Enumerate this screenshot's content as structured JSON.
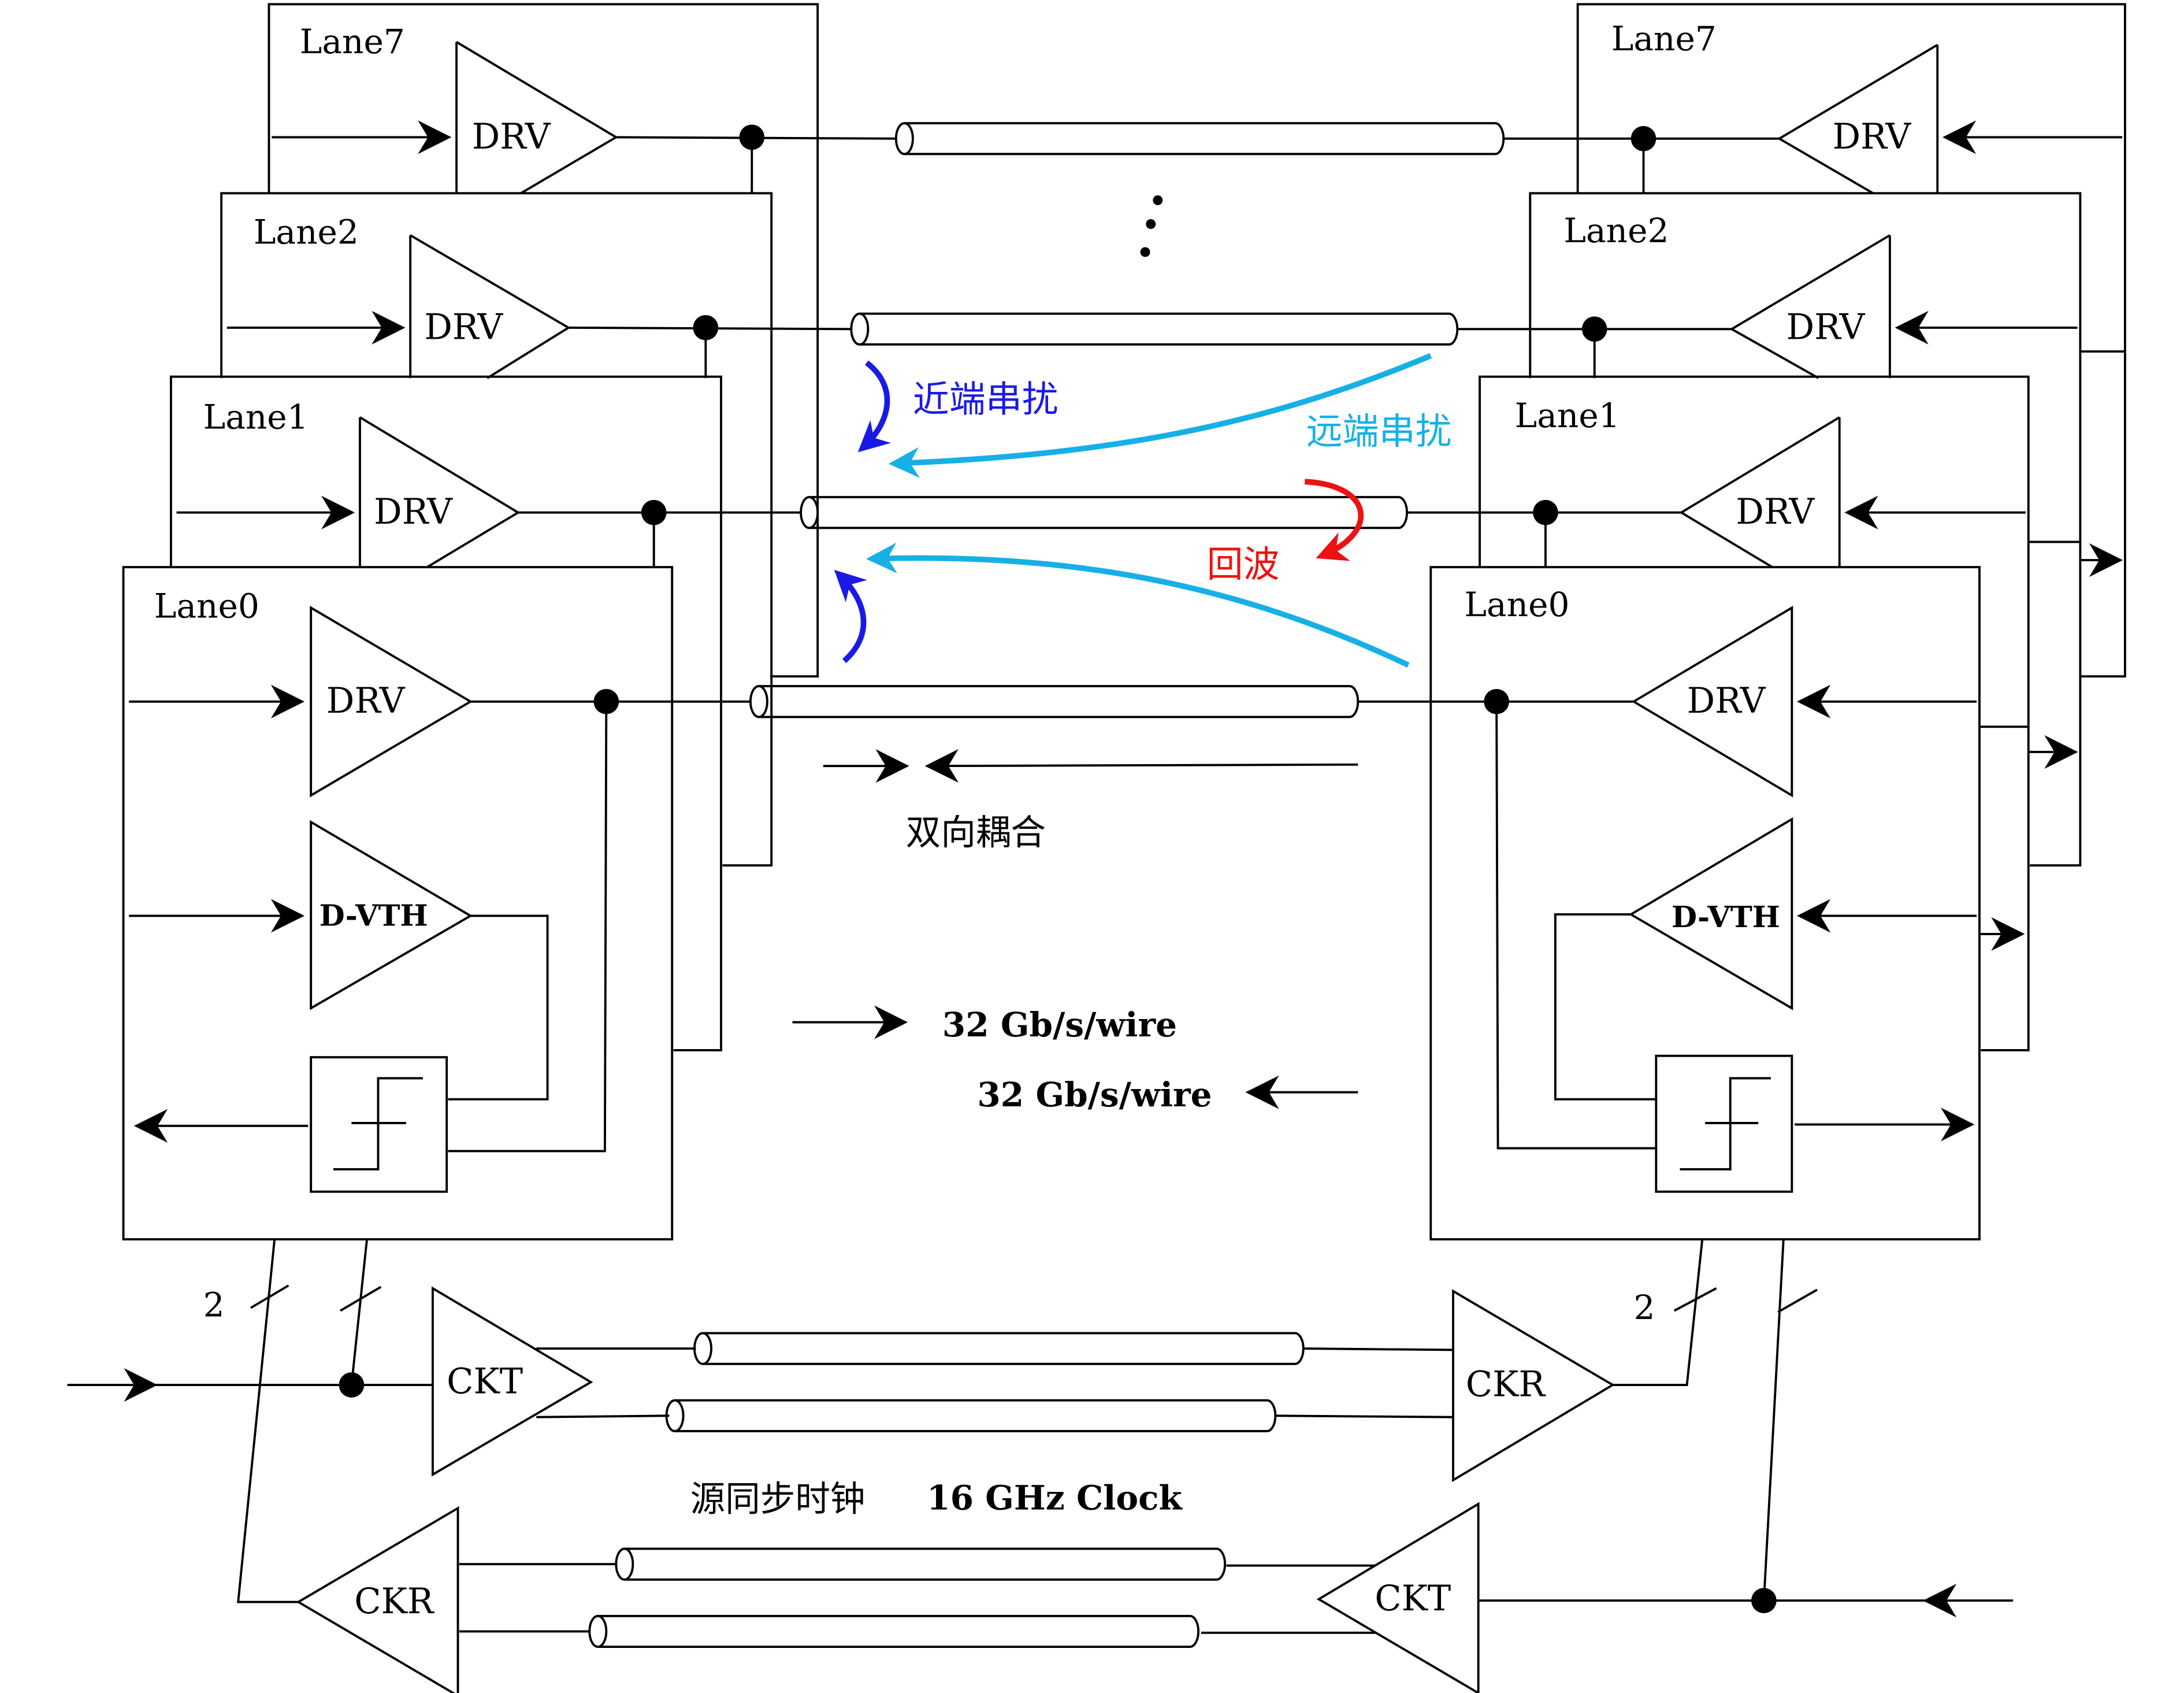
{
  "lanes": {
    "left": [
      "Lane7",
      "Lane2",
      "Lane1",
      "Lane0"
    ],
    "right": [
      "Lane7",
      "Lane2",
      "Lane1",
      "Lane0"
    ]
  },
  "blocks": {
    "drv": "DRV",
    "dvth": "D-VTH",
    "ckt": "CKT",
    "ckr": "CKR"
  },
  "annotations": {
    "near_end": "近端串扰",
    "far_end": "远端串扰",
    "echo": "回波",
    "bidir": "双向耦合",
    "rate_fwd": "32 Gb/s/wire",
    "rate_bwd": "32 Gb/s/wire",
    "clock_cn": "源同步时钟",
    "clock_en": "16 GHz Clock",
    "bus_left": "2",
    "bus_right": "2"
  },
  "colors": {
    "near_end": "#1a1ae6",
    "far_end": "#17b0e6",
    "echo": "#ee1111",
    "line": "#000000"
  }
}
